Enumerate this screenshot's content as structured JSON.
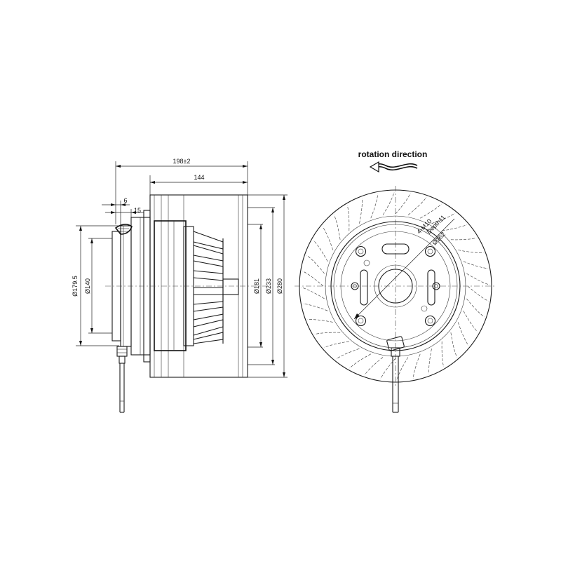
{
  "side_view": {
    "dims": {
      "overall_length": "198±2",
      "wheel_width": "144",
      "flange_offset": "6",
      "flange_thickness": "15",
      "dia_outer_flange": "Ø179.5",
      "dia_spigot": "Ø140",
      "dia_181": "Ø181",
      "dia_233": "Ø233",
      "dia_280": "Ø280"
    }
  },
  "front_view": {
    "rotation_label": "rotation direction",
    "thread_label": "4-M10",
    "depth_label": "Depth11",
    "pcd_label": "Ø162",
    "blade_count": 36
  }
}
